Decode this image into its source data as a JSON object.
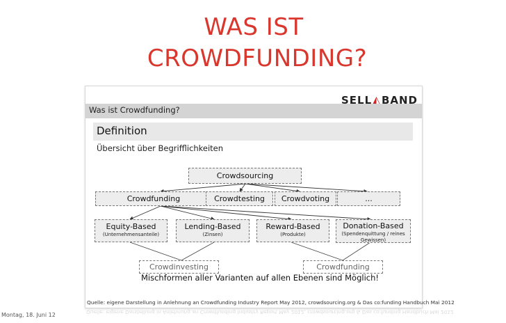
{
  "heading": {
    "line1": "WAS IST",
    "line2": "CROWDFUNDING?"
  },
  "logo": {
    "text_left": "SELL",
    "text_right": "BAND"
  },
  "slide": {
    "topbar": "Was ist Crowdfunding?",
    "definition": "Definition",
    "subtitle": "Übersicht über Begrifflichkeiten"
  },
  "nodes": {
    "crowdsourcing": "Crowdsourcing",
    "crowdfunding": "Crowdfunding",
    "crowdtesting": "Crowdtesting",
    "crowdvoting": "Crowdvoting",
    "more": "...",
    "equity": {
      "label": "Equity-Based",
      "sub": "(Unternehmensanteile)"
    },
    "lending": {
      "label": "Lending-Based",
      "sub": "(Zinsen)"
    },
    "reward": {
      "label": "Reward-Based",
      "sub": "(Produkte)"
    },
    "donation": {
      "label": "Donation-Based",
      "sub": "(Spendenquittung / reines Gewissen)"
    },
    "crowdinvesting": "Crowdinvesting",
    "crowdfunding2": "Crowdfunding"
  },
  "mixed_text": "Mischformen aller Varianten auf allen Ebenen sind Möglich!",
  "source": "Quelle: eigene Darstellung in Anlehnung an Crowdfunding Industry Report May 2012, crowdsourcing.org & Das co:funding Handbuch Mai 2012",
  "date": "Montag, 18. Juni 12"
}
